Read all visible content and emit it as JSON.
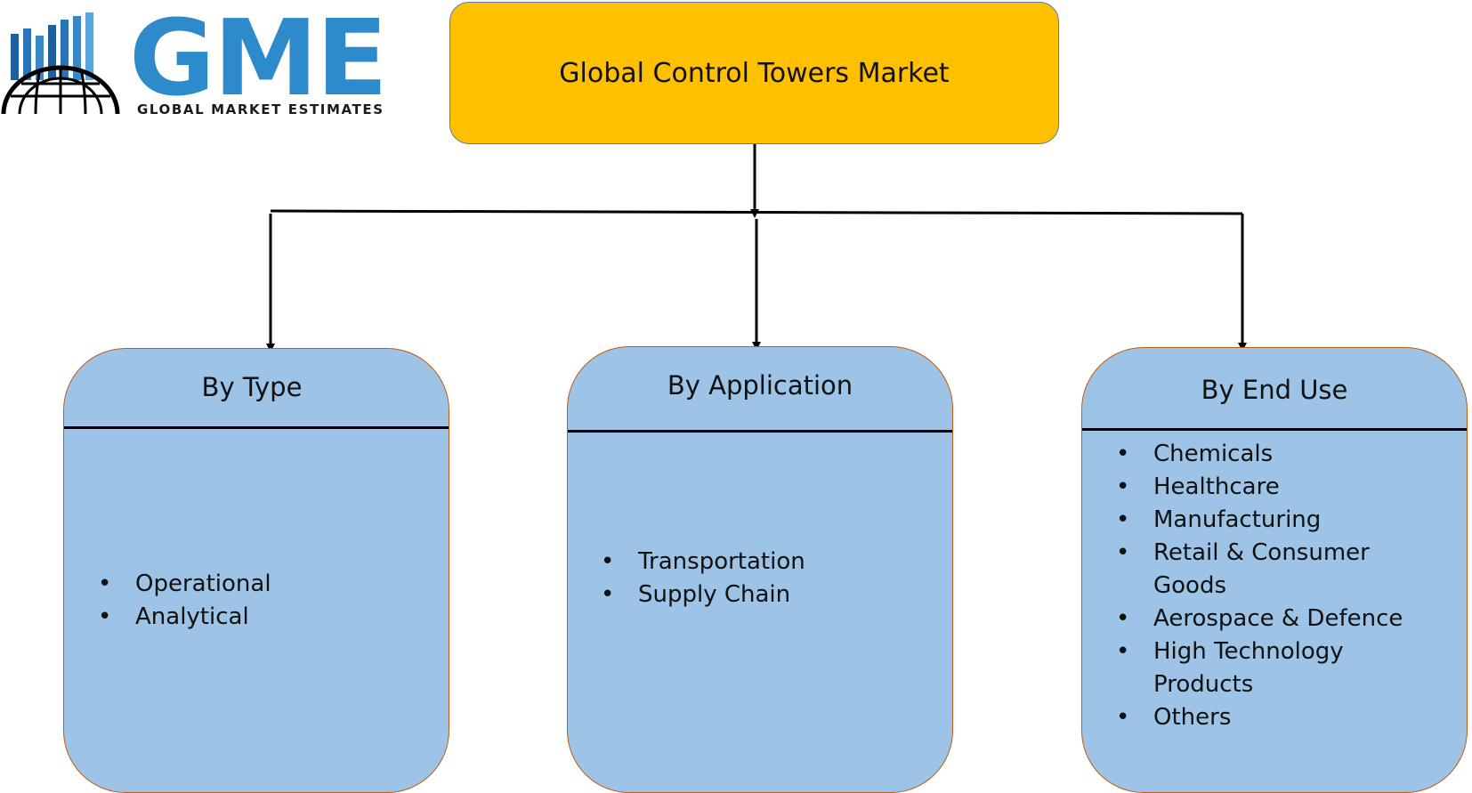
{
  "logo": {
    "letters": "GME",
    "tagline": "GLOBAL MARKET ESTIMATES"
  },
  "root": {
    "title": "Global Control Towers Market"
  },
  "categories": [
    {
      "title": "By Type",
      "items": [
        "Operational",
        "Analytical"
      ]
    },
    {
      "title": "By Application",
      "items": [
        "Transportation",
        "Supply Chain"
      ]
    },
    {
      "title": "By End Use",
      "items": [
        "Chemicals",
        "Healthcare",
        "Manufacturing",
        "Retail & Consumer Goods",
        "Aerospace & Defence",
        "High Technology Products",
        "Others"
      ]
    }
  ],
  "colors": {
    "root_fill": "#ffc000",
    "category_fill": "#9dc3e6",
    "category_border": "#c55a11",
    "logo_blue": "#2e8bcb"
  }
}
